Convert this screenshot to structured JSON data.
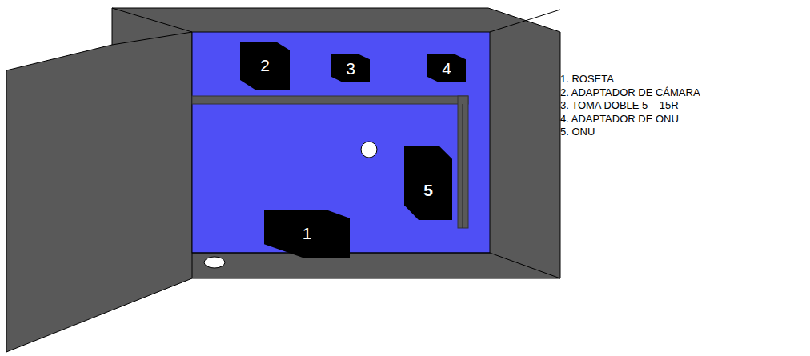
{
  "diagram": {
    "nodes": [
      {
        "text": [
          "2"
        ]
      },
      {
        "text": [
          "3"
        ]
      },
      {
        "text": [
          "4"
        ]
      },
      {
        "text": [
          "5"
        ]
      },
      {
        "text": [
          "1"
        ]
      }
    ],
    "labels": [
      "1. ROSETA",
      "2. ADAPTADOR DE CÁMARA",
      "3. TOMA DOBLE 5 – 15R",
      "4. ADAPTADOR DE ONU",
      "5. ONU"
    ]
  }
}
